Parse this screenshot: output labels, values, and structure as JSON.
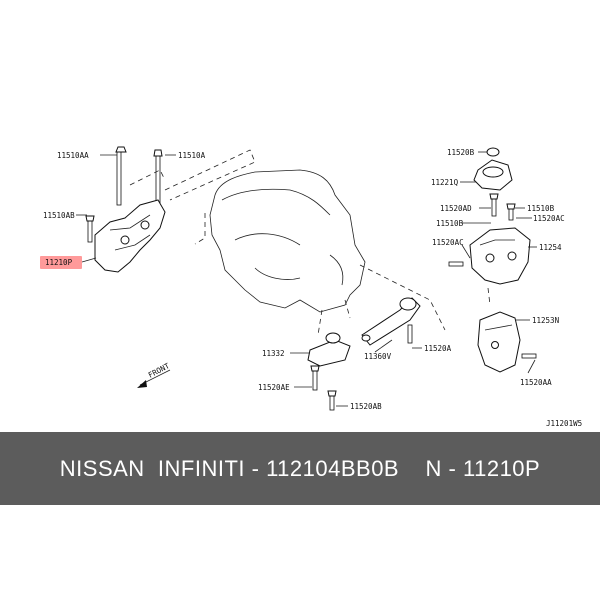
{
  "diagram": {
    "ref_code": "J11201W5",
    "front_label": "FRONT",
    "highlight_color": "#ff8f8f",
    "labels": {
      "p11510AA": "11510AA",
      "p11510A": "11510A",
      "p11510AB": "11510AB",
      "p11210P": "11210P",
      "p11520B": "11520B",
      "p11221Q": "11221Q",
      "p11520AD": "11520AD",
      "p11510B": "11510B",
      "p11510B2": "11510B",
      "p11520AC": "11520AC",
      "p11520AC2": "11520AC",
      "p11254": "11254",
      "p11253N": "11253N",
      "p11332": "11332",
      "p11360V": "11360V",
      "p11520A": "11520A",
      "p11520AE": "11520AE",
      "p11520AB": "11520AB",
      "p11520AA": "11520AA"
    }
  },
  "banner": {
    "text": "NISSAN  INFINITI - 112104BB0B    N - 11210P",
    "background": "#5c5c5c"
  }
}
